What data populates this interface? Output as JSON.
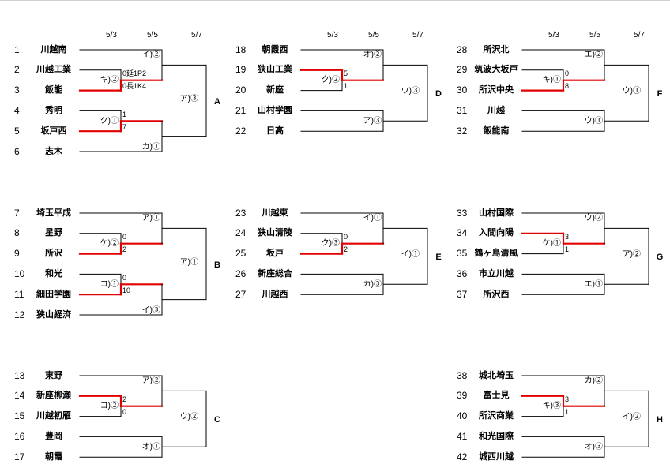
{
  "dates": [
    "5/3",
    "5/5",
    "5/7"
  ],
  "colors": {
    "line": "#000000",
    "winner": "#e00000"
  },
  "blocks": [
    {
      "letter": "A",
      "teams": [
        {
          "no": "1",
          "name": "川越南"
        },
        {
          "no": "2",
          "name": "川越工業"
        },
        {
          "no": "3",
          "name": "飯能"
        },
        {
          "no": "4",
          "name": "秀明"
        },
        {
          "no": "5",
          "name": "坂戸西"
        },
        {
          "no": "6",
          "name": "志木"
        }
      ],
      "match_a": {
        "label": "キ)②",
        "score_top": "0延1P2",
        "score_bottom": "0長1K4",
        "winner": "bottom"
      },
      "match_b": {
        "label": "ク)①",
        "score_top": "1",
        "score_bottom": "7",
        "winner": "bottom"
      },
      "upper_label": "イ)②",
      "lower_label": "カ)①",
      "final_label": "ア)③"
    },
    {
      "letter": "B",
      "teams": [
        {
          "no": "7",
          "name": "埼玉平成"
        },
        {
          "no": "8",
          "name": "星野"
        },
        {
          "no": "9",
          "name": "所沢"
        },
        {
          "no": "10",
          "name": "和光"
        },
        {
          "no": "11",
          "name": "細田学園"
        },
        {
          "no": "12",
          "name": "狭山経済"
        }
      ],
      "match_a": {
        "label": "ケ)②",
        "score_top": "0",
        "score_bottom": "2",
        "winner": "bottom"
      },
      "match_b": {
        "label": "コ)①",
        "score_top": "0",
        "score_bottom": "10",
        "winner": "bottom"
      },
      "upper_label": "ア)①",
      "lower_label": "イ)③",
      "final_label": "ア)①"
    },
    {
      "letter": "C",
      "teams": [
        {
          "no": "13",
          "name": "東野"
        },
        {
          "no": "14",
          "name": "新座柳瀬"
        },
        {
          "no": "15",
          "name": "川越初雁"
        },
        {
          "no": "16",
          "name": "豊岡"
        },
        {
          "no": "17",
          "name": "朝霞"
        }
      ],
      "match": {
        "label": "コ)②",
        "score_top": "2",
        "score_bottom": "0",
        "winner": "top"
      },
      "upper_label": "ア)②",
      "lower_label": "オ)①",
      "final_label": "ウ)②"
    },
    {
      "letter": "D",
      "teams": [
        {
          "no": "18",
          "name": "朝霞西"
        },
        {
          "no": "19",
          "name": "狭山工業"
        },
        {
          "no": "20",
          "name": "新座"
        },
        {
          "no": "21",
          "name": "山村学園"
        },
        {
          "no": "22",
          "name": "日高"
        }
      ],
      "match": {
        "label": "ク)②",
        "score_top": "5",
        "score_bottom": "1",
        "winner": "top"
      },
      "upper_label": "オ)②",
      "lower_label": "ア)③",
      "final_label": "ウ)③"
    },
    {
      "letter": "E",
      "teams": [
        {
          "no": "23",
          "name": "川越東"
        },
        {
          "no": "24",
          "name": "狭山清陵"
        },
        {
          "no": "25",
          "name": "坂戸"
        },
        {
          "no": "26",
          "name": "新座総合"
        },
        {
          "no": "27",
          "name": "川越西"
        }
      ],
      "match": {
        "label": "ク)③",
        "score_top": "0",
        "score_bottom": "2",
        "winner": "bottom"
      },
      "upper_label": "イ)①",
      "lower_label": "カ)③",
      "final_label": "イ)①"
    },
    {
      "letter": "F",
      "teams": [
        {
          "no": "28",
          "name": "所沢北"
        },
        {
          "no": "29",
          "name": "筑波大坂戸"
        },
        {
          "no": "30",
          "name": "所沢中央"
        },
        {
          "no": "31",
          "name": "川越"
        },
        {
          "no": "32",
          "name": "飯能南"
        }
      ],
      "match": {
        "label": "キ)①",
        "score_top": "0",
        "score_bottom": "8",
        "winner": "bottom"
      },
      "upper_label": "エ)②",
      "lower_label": "ウ)①",
      "final_label": "ウ)①"
    },
    {
      "letter": "G",
      "teams": [
        {
          "no": "33",
          "name": "山村国際"
        },
        {
          "no": "34",
          "name": "入間向陽"
        },
        {
          "no": "35",
          "name": "鶴ヶ島清風"
        },
        {
          "no": "36",
          "name": "市立川越"
        },
        {
          "no": "37",
          "name": "所沢西"
        }
      ],
      "match": {
        "label": "ケ)①",
        "score_top": "3",
        "score_bottom": "1",
        "winner": "top"
      },
      "upper_label": "ウ)②",
      "lower_label": "エ)①",
      "final_label": "ア)②"
    },
    {
      "letter": "H",
      "teams": [
        {
          "no": "38",
          "name": "城北埼玉"
        },
        {
          "no": "39",
          "name": "富士見"
        },
        {
          "no": "40",
          "name": "所沢商業"
        },
        {
          "no": "41",
          "name": "和光国際"
        },
        {
          "no": "42",
          "name": "城西川越"
        }
      ],
      "match": {
        "label": "キ)③",
        "score_top": "3",
        "score_bottom": "1",
        "winner": "top"
      },
      "upper_label": "カ)②",
      "lower_label": "オ)③",
      "final_label": "イ)②"
    }
  ]
}
